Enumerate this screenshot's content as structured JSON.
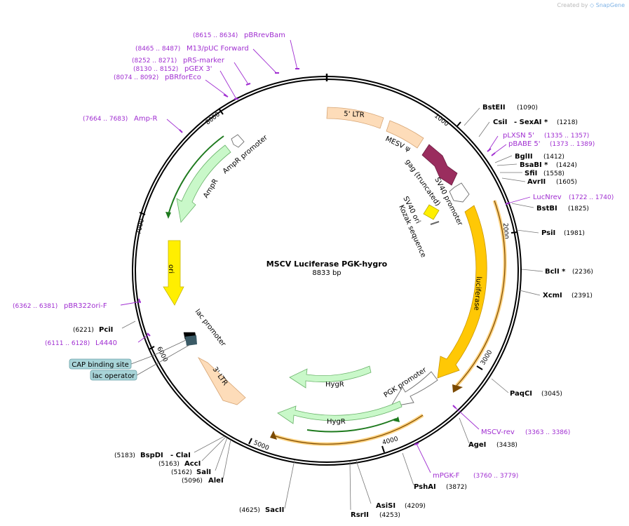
{
  "credit": {
    "prefix": "Created by",
    "brand": "SnapGene"
  },
  "map": {
    "name": "MSCV Luciferase PGK-hygro",
    "length_label": "8833 bp",
    "length": 8833
  },
  "ticks": [
    {
      "label": "1000",
      "pos": 1000
    },
    {
      "label": "2000",
      "pos": 2000
    },
    {
      "label": "3000",
      "pos": 3000
    },
    {
      "label": "4000",
      "pos": 4000
    },
    {
      "label": "5000",
      "pos": 5000
    },
    {
      "label": "6000",
      "pos": 6000
    },
    {
      "label": "7000",
      "pos": 7000
    },
    {
      "label": "8000",
      "pos": 8000
    }
  ],
  "enzymes": [
    {
      "name": "BstEII",
      "pos_label": "(1090)"
    },
    {
      "name": "CsiI",
      "extra": "- SexAI *",
      "pos_label": "(1218)"
    },
    {
      "name": "BglII",
      "pos_label": "(1412)"
    },
    {
      "name": "BsaBI *",
      "pos_label": "(1424)"
    },
    {
      "name": "SfiI",
      "pos_label": "(1558)"
    },
    {
      "name": "AvrII",
      "pos_label": "(1605)"
    },
    {
      "name": "BstBI",
      "pos_label": "(1825)"
    },
    {
      "name": "PsiI",
      "pos_label": "(1981)"
    },
    {
      "name": "BclI *",
      "pos_label": "(2236)"
    },
    {
      "name": "XcmI",
      "pos_label": "(2391)"
    },
    {
      "name": "PaqCI",
      "pos_label": "(3045)"
    },
    {
      "name": "AgeI",
      "pos_label": "(3438)"
    },
    {
      "name": "PshAI",
      "pos_label": "(3872)"
    },
    {
      "name": "AsiSI",
      "pos_label": "(4209)"
    },
    {
      "name": "RsrII",
      "pos_label": "(4253)"
    },
    {
      "name": "SacII",
      "pos_label": "(4625)"
    },
    {
      "name": "AleI",
      "pos_label": "(5096)"
    },
    {
      "name": "SalI",
      "pos_label": "(5162)"
    },
    {
      "name": "AccI",
      "pos_label": "(5163)"
    },
    {
      "name": "BspDI",
      "extra": "- ClaI",
      "pos_label": "(5183)"
    },
    {
      "name": "PciI",
      "pos_label": "(6221)"
    }
  ],
  "primers": [
    {
      "name": "pLXSN 5'",
      "range": "(1335 .. 1357)"
    },
    {
      "name": "pBABE 5'",
      "range": "(1373 .. 1389)"
    },
    {
      "name": "LucNrev",
      "range": "(1722 .. 1740)"
    },
    {
      "name": "MSCV-rev",
      "range": "(3363 .. 3386)"
    },
    {
      "name": "mPGK-F",
      "range": "(3760 .. 3779)"
    },
    {
      "name": "L4440",
      "range": "(6111 .. 6128)"
    },
    {
      "name": "pBR322ori-F",
      "range": "(6362 .. 6381)"
    },
    {
      "name": "Amp-R",
      "range": "(7664 .. 7683)"
    },
    {
      "name": "pBRforEco",
      "range": "(8074 .. 8092)"
    },
    {
      "name": "pGEX 3'",
      "range": "(8130 .. 8152)"
    },
    {
      "name": "pRS-marker",
      "range": "(8252 .. 8271)"
    },
    {
      "name": "M13/pUC Forward",
      "range": "(8465 .. 8487)"
    },
    {
      "name": "pBRrevBam",
      "range": "(8615 .. 8634)"
    }
  ],
  "features": [
    {
      "name": "5' LTR"
    },
    {
      "name": "MESV ψ"
    },
    {
      "name": "gag (truncated)"
    },
    {
      "name": "SV40 promoter"
    },
    {
      "name": "SV40 ori"
    },
    {
      "name": "Kozak sequence"
    },
    {
      "name": "luciferase"
    },
    {
      "name": "PGK promoter"
    },
    {
      "name": "HygR"
    },
    {
      "name": "HygR"
    },
    {
      "name": "3' LTR"
    },
    {
      "name": "lac promoter"
    },
    {
      "name": "ori"
    },
    {
      "name": "AmpR"
    },
    {
      "name": "AmpR promoter"
    }
  ],
  "boxed_labels": [
    {
      "name": "CAP binding site"
    },
    {
      "name": "lac operator"
    }
  ],
  "colors": {
    "ltr": "#fddcb9",
    "gag": "#9a2d5e",
    "ori_arrow": "#ffef00",
    "luciferase": "#ffc805",
    "hygr": "#c9f8c9",
    "ampr": "#c9f8c9",
    "primer": "#a02ed1",
    "box": "#a8d4d8"
  }
}
